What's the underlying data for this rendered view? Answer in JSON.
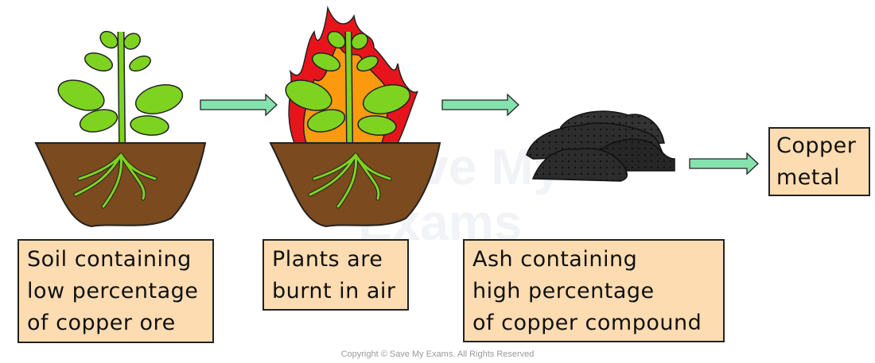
{
  "watermark": [
    "Save My",
    "Exams"
  ],
  "boxes": {
    "soil": [
      "Soil containing",
      "low percentage",
      "of copper ore"
    ],
    "burnt": [
      "Plants are",
      "burnt in air"
    ],
    "ash": [
      "Ash containing",
      "high percentage",
      "of copper compound"
    ],
    "metal": [
      "Copper",
      "metal"
    ]
  },
  "copyright": "Copyright © Save My Exams. All Rights Reserved",
  "colors": {
    "box_fill": "#fddcb2",
    "arrow": "#86e2ad",
    "soil": "#7b4a1e",
    "leaf": "#7ed321",
    "flame_red": "#e8141c",
    "flame_orange": "#fb9a0e",
    "ash": "#2c2c2c"
  }
}
